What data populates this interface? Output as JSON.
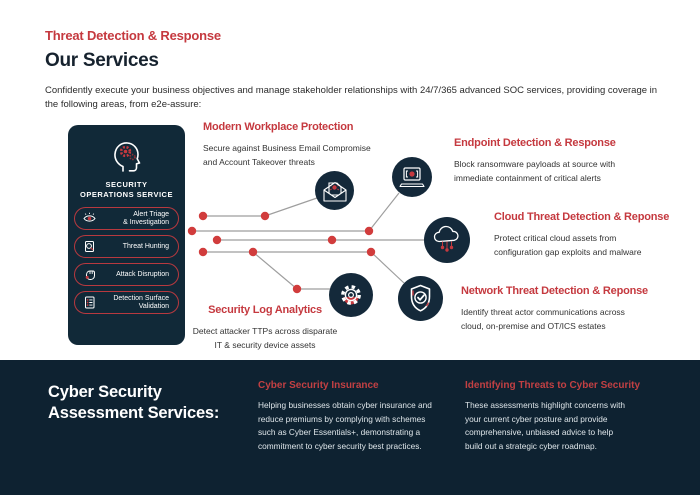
{
  "page": {
    "eyebrow": "Threat Detection & Response",
    "title": "Our Services",
    "intro_line1": "Confidently execute your business objectives and manage stakeholder relationships with 24/7/365 advanced SOC services, providing coverage in",
    "intro_line2": "the following areas, from e2e-assure:"
  },
  "soc_card": {
    "icon": "head-with-gears-icon",
    "title_line1": "SECURITY",
    "title_line2": "OPERATIONS SERVICE",
    "pills": [
      {
        "icon": "eye-icon",
        "line1": "Alert Triage",
        "line2": "& Investigation"
      },
      {
        "icon": "document-search-icon",
        "line1": "Threat Hunting",
        "line2": ""
      },
      {
        "icon": "fist-icon",
        "line1": "Attack Disruption",
        "line2": ""
      },
      {
        "icon": "checklist-icon",
        "line1": "Detection Surface",
        "line2": "Validation"
      }
    ]
  },
  "services": [
    {
      "icon": "envelope-bug-icon",
      "title": "Modern Workplace Protection",
      "line1": "Secure against Business Email Compromise",
      "line2": "and Account Takeover threats"
    },
    {
      "icon": "laptop-bug-icon",
      "title": "Endpoint Detection & Response",
      "line1": "Block ransomware payloads at source with",
      "line2": "immediate containment of critical alerts"
    },
    {
      "icon": "cloud-network-icon",
      "title": "Cloud Threat Detection & Reponse",
      "line1": "Protect critical cloud assets from",
      "line2": "configuration gap exploits and malware"
    },
    {
      "icon": "shield-check-icon",
      "title": "Network Threat Detection & Reponse",
      "line1": "Identify threat actor communications across",
      "line2": "cloud, on-premise and OT/ICS estates"
    },
    {
      "icon": "gear-icon",
      "title": "Security Log Analytics",
      "line1": "Detect attacker TTPs across disparate",
      "line2": "IT & security device assets"
    }
  ],
  "assessment": {
    "title_line1": "Cyber Security",
    "title_line2": "Assessment Services:",
    "columns": [
      {
        "title": "Cyber Security Insurance",
        "lines": [
          "Helping businesses obtain cyber insurance and",
          "reduce premiums by complying with schemes",
          "such as Cyber Essentials+, demonstrating a",
          "commitment to cyber security best practices."
        ]
      },
      {
        "title": "Identifying Threats to Cyber Security",
        "lines": [
          "These assessments highlight concerns with",
          "your current cyber posture and provide",
          "comprehensive, unbiased advice to help",
          "build out a strategic cyber roadmap."
        ]
      }
    ]
  },
  "colors": {
    "accent_red": "#c5393f",
    "dot_red": "#d13c3c",
    "wire_gray": "#9e9e9e",
    "navy_card": "#112938",
    "navy_circle": "#14293a",
    "navy_band": "#0e2231"
  }
}
